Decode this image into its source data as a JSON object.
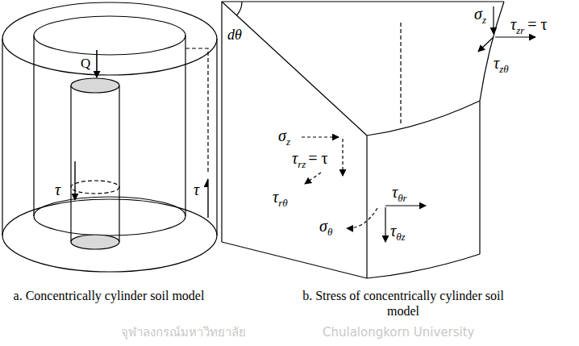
{
  "diagram": {
    "labels": [
      "Q",
      "τ",
      "τ",
      "dθ",
      "σ",
      "z",
      "τ",
      "zr",
      "= τ",
      "τ",
      "zθ",
      "σ",
      "z",
      "τ",
      "rz",
      "= τ",
      "τ",
      "rθ",
      "σ",
      "θ",
      "τ",
      "θr",
      "τ",
      "θz",
      "จุฬาลงกรณ์มหาวิทยาลัย",
      "Chulalongkorn University",
      "a. Concentrically cylinder soil model",
      "b. Stress of concentrically cylinder soil model"
    ]
  }
}
